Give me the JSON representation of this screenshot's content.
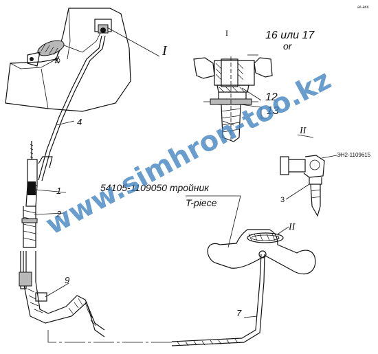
{
  "labels": {
    "corner_mark": "ar-axx",
    "view_roman_top": "I",
    "callout_top": "I",
    "part_16_17": "16 или 17",
    "part_16_17_en": "or",
    "part_12": "12",
    "part_13": "13",
    "view_roman_mid": "II",
    "part_number_small": "ЭН2-1109615",
    "part_3": "3",
    "part_4": "4",
    "part_1": "1",
    "part_2": "2",
    "tee_code": "54105-1109050 тройник",
    "tee_en": "T-piece",
    "view_roman_lower": "II",
    "part_9": "9",
    "part_7": "7"
  },
  "watermark": {
    "text": "www.simhron-too.kz",
    "color": "#3d82bf"
  }
}
